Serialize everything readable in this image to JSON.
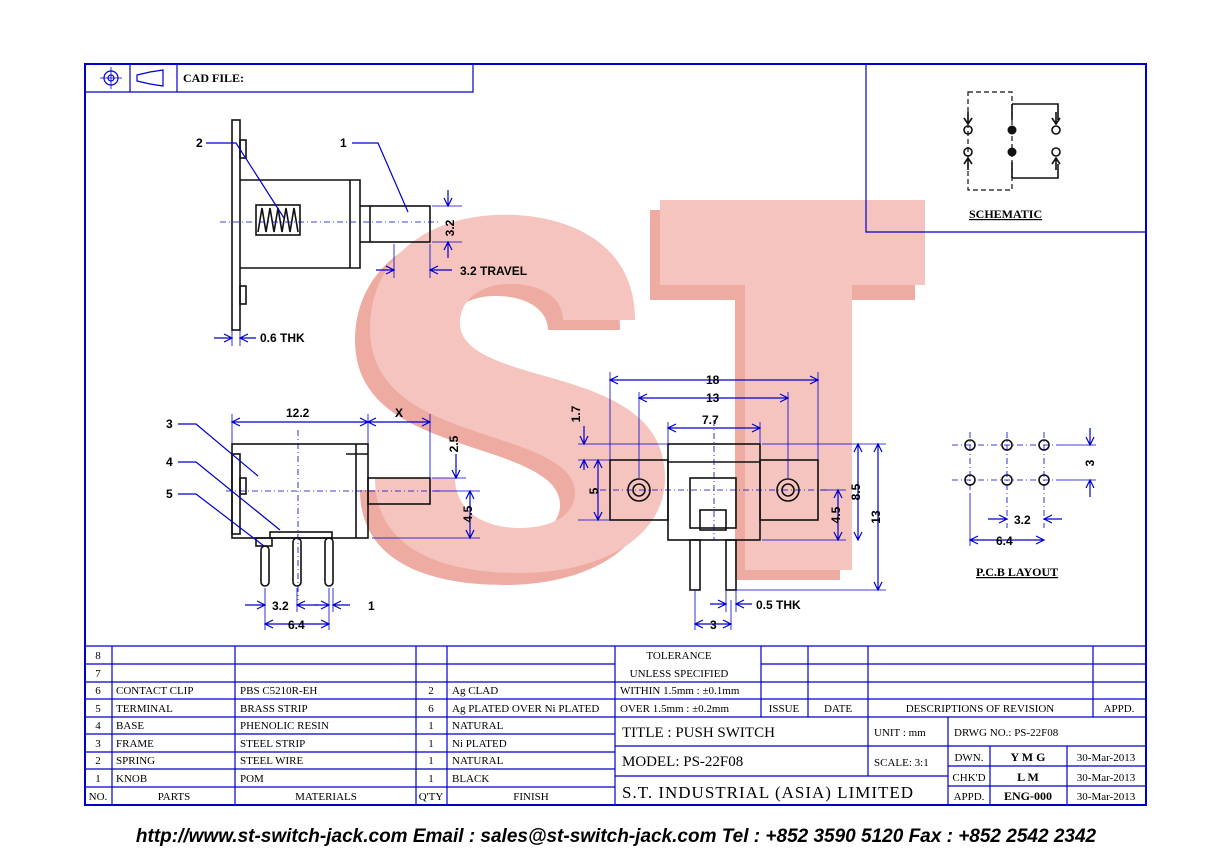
{
  "header": {
    "cad_file_label": "CAD FILE:"
  },
  "schematic": {
    "label": "SCHEMATIC"
  },
  "pcb": {
    "label": "P.C.B LAYOUT",
    "dims": {
      "pitch_v": "3",
      "pitch_h": "3.2",
      "span": "6.4"
    }
  },
  "watermark": {
    "text": "ST",
    "color": "#f0a8a0"
  },
  "side_view": {
    "callouts": [
      "1",
      "2"
    ],
    "dims": {
      "knob_height": "3.2",
      "travel": "3.2 TRAVEL",
      "thickness": "0.6 THK"
    }
  },
  "front_view": {
    "callouts": [
      "3",
      "4",
      "5"
    ],
    "dims": {
      "width": "12.2",
      "x": "X",
      "knob_top": "2.5",
      "knob_bottom": "4.5",
      "pin_pitch": "3.2",
      "pin_span": "6.4",
      "pin_width": "1"
    }
  },
  "end_view": {
    "dims": {
      "overall": "18",
      "holes": "13",
      "body": "7.7",
      "top": "1.7",
      "flange": "5",
      "center": "4.5",
      "height_a": "8.5",
      "height_b": "13",
      "pin_thk": "0.5 THK",
      "pin_offset": "3"
    }
  },
  "bom": {
    "rows": [
      {
        "no": "8",
        "parts": "",
        "materials": "",
        "qty": "",
        "finish": ""
      },
      {
        "no": "7",
        "parts": "",
        "materials": "",
        "qty": "",
        "finish": ""
      },
      {
        "no": "6",
        "parts": "CONTACT CLIP",
        "materials": "PBS C5210R-EH",
        "qty": "2",
        "finish": "Ag CLAD"
      },
      {
        "no": "5",
        "parts": "TERMINAL",
        "materials": "BRASS STRIP",
        "qty": "6",
        "finish": "Ag PLATED OVER Ni PLATED"
      },
      {
        "no": "4",
        "parts": "BASE",
        "materials": "PHENOLIC RESIN",
        "qty": "1",
        "finish": "NATURAL"
      },
      {
        "no": "3",
        "parts": "FRAME",
        "materials": "STEEL STRIP",
        "qty": "1",
        "finish": "Ni PLATED"
      },
      {
        "no": "2",
        "parts": "SPRING",
        "materials": "STEEL WIRE",
        "qty": "1",
        "finish": "NATURAL"
      },
      {
        "no": "1",
        "parts": "KNOB",
        "materials": "POM",
        "qty": "1",
        "finish": "BLACK"
      }
    ],
    "headers": {
      "no": "NO.",
      "parts": "PARTS",
      "materials": "MATERIALS",
      "qty": "Q'TY",
      "finish": "FINISH"
    }
  },
  "tolerance": {
    "line1": "TOLERANCE",
    "line2": "UNLESS  SPECIFIED",
    "within": "WITHIN  1.5mm : ±0.1mm",
    "over": "OVER    1.5mm : ±0.2mm"
  },
  "revision": {
    "issue": "ISSUE",
    "date": "DATE",
    "desc": "DESCRIPTIONS  OF  REVISION",
    "appd": "APPD."
  },
  "title_block": {
    "title": "TITLE : PUSH SWITCH",
    "unit": "UNIT :   mm",
    "drwg_no": "DRWG NO.: PS-22F08",
    "model": "MODEL: PS-22F08",
    "scale": "SCALE:  3:1",
    "company": "S.T.  INDUSTRIAL  (ASIA)  LIMITED",
    "dwn_label": "DWN.",
    "dwn": "Y M G",
    "dwn_date": "30-Mar-2013",
    "chkd_label": "CHK'D",
    "chkd": "L M",
    "chkd_date": "30-Mar-2013",
    "appd_label": "APPD.",
    "appd": "ENG-000",
    "appd_date": "30-Mar-2013"
  },
  "footer": {
    "text": "http://www.st-switch-jack.com  Email : sales@st-switch-jack.com  Tel : +852 3590 5120  Fax : +852 2542 2342"
  }
}
